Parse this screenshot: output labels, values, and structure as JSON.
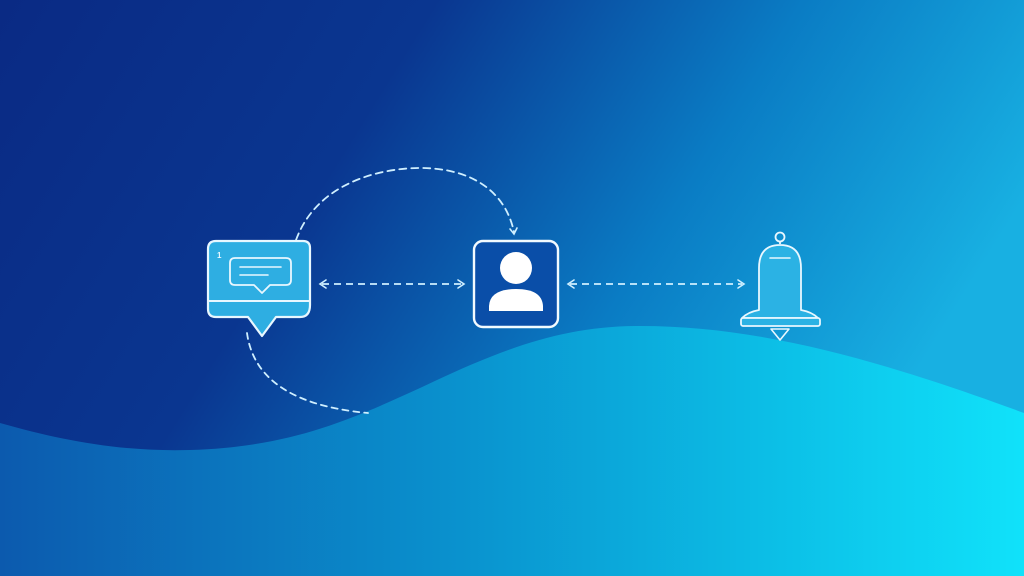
{
  "diagram": {
    "description": "Flow diagram: message node connected to user node connected to notification bell",
    "nodes": [
      {
        "id": "message",
        "icon": "chat-message-icon",
        "label": ""
      },
      {
        "id": "user",
        "icon": "user-avatar-icon",
        "label": ""
      },
      {
        "id": "notification",
        "icon": "bell-icon",
        "label": ""
      }
    ],
    "edges": [
      {
        "from": "message",
        "to": "user",
        "style": "dashed",
        "direction": "bidirectional"
      },
      {
        "from": "user",
        "to": "notification",
        "style": "dashed",
        "direction": "bidirectional"
      },
      {
        "from": "message",
        "to": "user",
        "style": "dashed-arc",
        "direction": "forward"
      }
    ],
    "message_badge": "1"
  },
  "colors": {
    "bg_top_left": "#0A2A84",
    "bg_top_right": "#18A8DC",
    "bg_bottom_left": "#0E5EB0",
    "bg_bottom_right": "#10DDF8",
    "wave_left": "#0C5DB0",
    "wave_right": "#10E0FA",
    "icon_stroke": "#E6F6FF",
    "icon_fill": "#2EAEE2",
    "user_box_fill": "#0A4EA8"
  }
}
